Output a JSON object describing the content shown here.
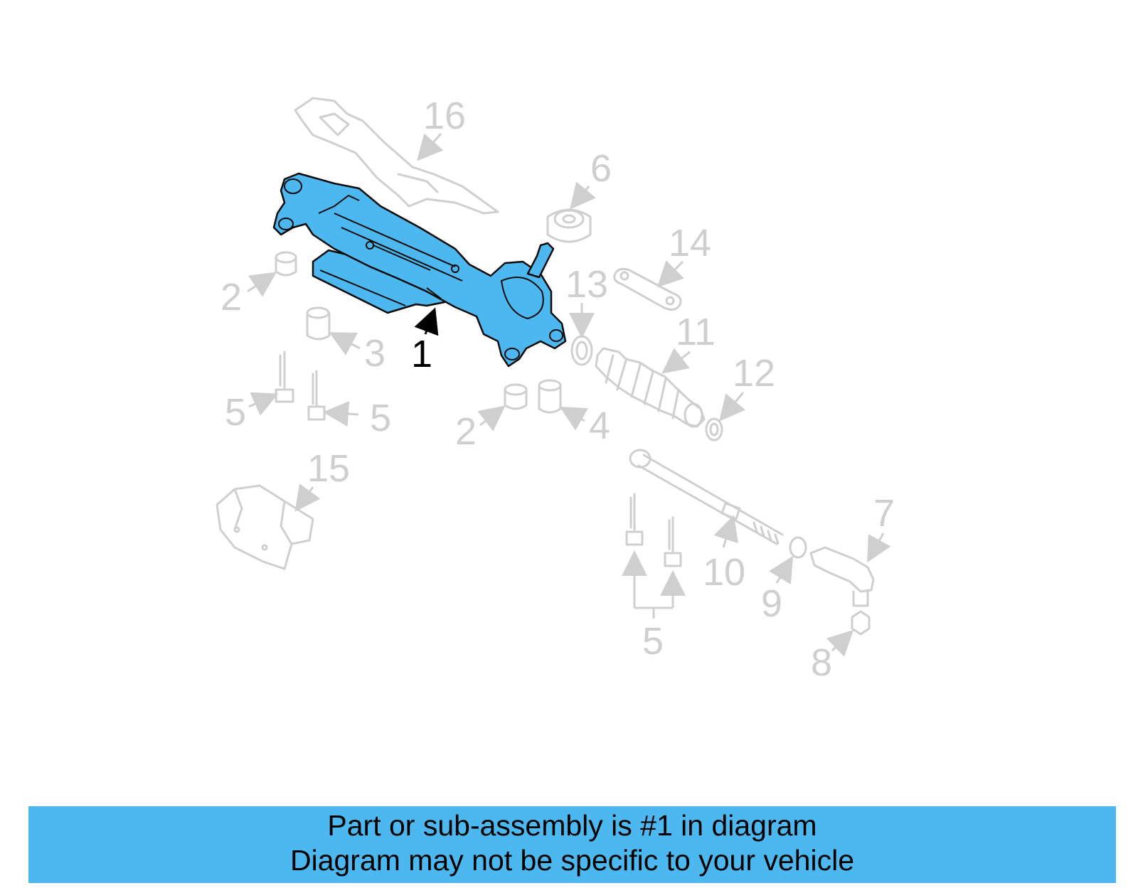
{
  "callouts": {
    "c1": "1",
    "c2a": "2",
    "c2b": "2",
    "c3": "3",
    "c4": "4",
    "c5a": "5",
    "c5b": "5",
    "c5c": "5",
    "c6": "6",
    "c7": "7",
    "c8": "8",
    "c9": "9",
    "c10": "10",
    "c11": "11",
    "c12": "12",
    "c13": "13",
    "c14": "14",
    "c15": "15",
    "c16": "16"
  },
  "banner": {
    "line1": "Part or sub-assembly is #1 in diagram",
    "line2": "Diagram may not be specific to your vehicle"
  },
  "colors": {
    "highlight": "#4db7ef",
    "faded_parts": "#cfcfcf"
  }
}
